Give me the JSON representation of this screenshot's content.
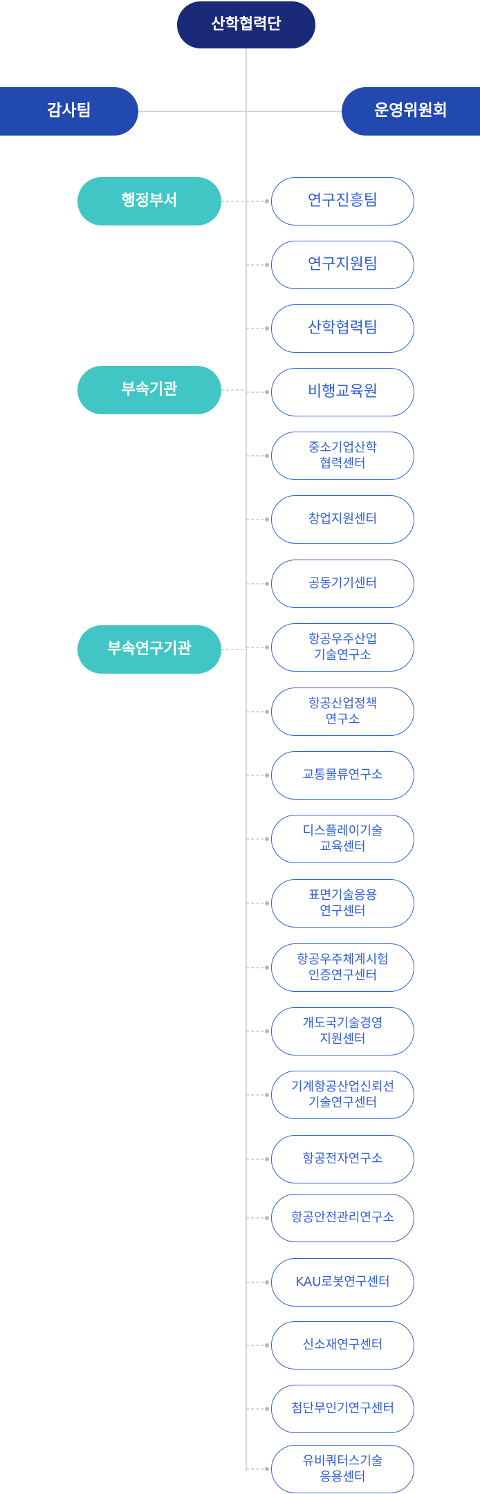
{
  "root": "산학협력단",
  "audit": "감사팀",
  "committee": "운영위원회",
  "groups": [
    {
      "label": "행정부서",
      "units": [
        "연구진흥팀",
        "연구지원팀",
        "산학협력팀"
      ]
    },
    {
      "label": "부속기관",
      "units": [
        "비행교육원",
        "중소기업산학\n협력센터",
        "창업지원센터",
        "공동기기센터"
      ]
    },
    {
      "label": "부속연구기관",
      "units": [
        "항공우주산업\n기술연구소",
        "항공산업정책\n연구소",
        "교통물류연구소",
        "디스플레이기술\n교육센터",
        "표면기술응용\n연구센터",
        "항공우주체계시험\n인증연구센터",
        "개도국기술경영\n지원센터",
        "기계항공산업신뢰선\n기술연구센터",
        "항공전자연구소",
        "항공안전관리연구소",
        "KAU로봇연구센터",
        "신소재연구센터",
        "첨단무인기연구센터",
        "유비쿼터스기술\n응용센터"
      ]
    }
  ],
  "colors": {
    "root": "#1a2a78",
    "side": "#2149b0",
    "group": "#42c6c5",
    "unit_border": "#2f5fd0",
    "line": "#c8c8c8"
  }
}
